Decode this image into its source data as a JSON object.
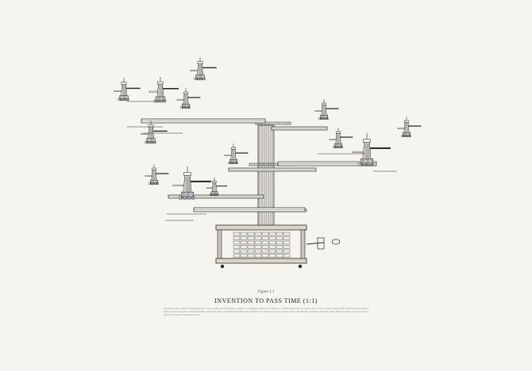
{
  "poster": {
    "figure_label": "Figure 1.1",
    "title": "INVENTION TO PASS TIME (1:1)",
    "caption": "An elaborate hand-cranked clockwork apparatus of towers, shafts, gears and linkages arranged in a branching tree, drawn in the manner of a technical engraving. The crank at the base drives a central column which distributes motion through a hierarchy of horizontal arms to smaller assemblies, each in turn turning ever smaller mechanisms at the extremities. The machine performs no apparent function other than the consumption of the time spent in turning its handle; it is offered here as a study in the elegance of purposeless motion."
  }
}
